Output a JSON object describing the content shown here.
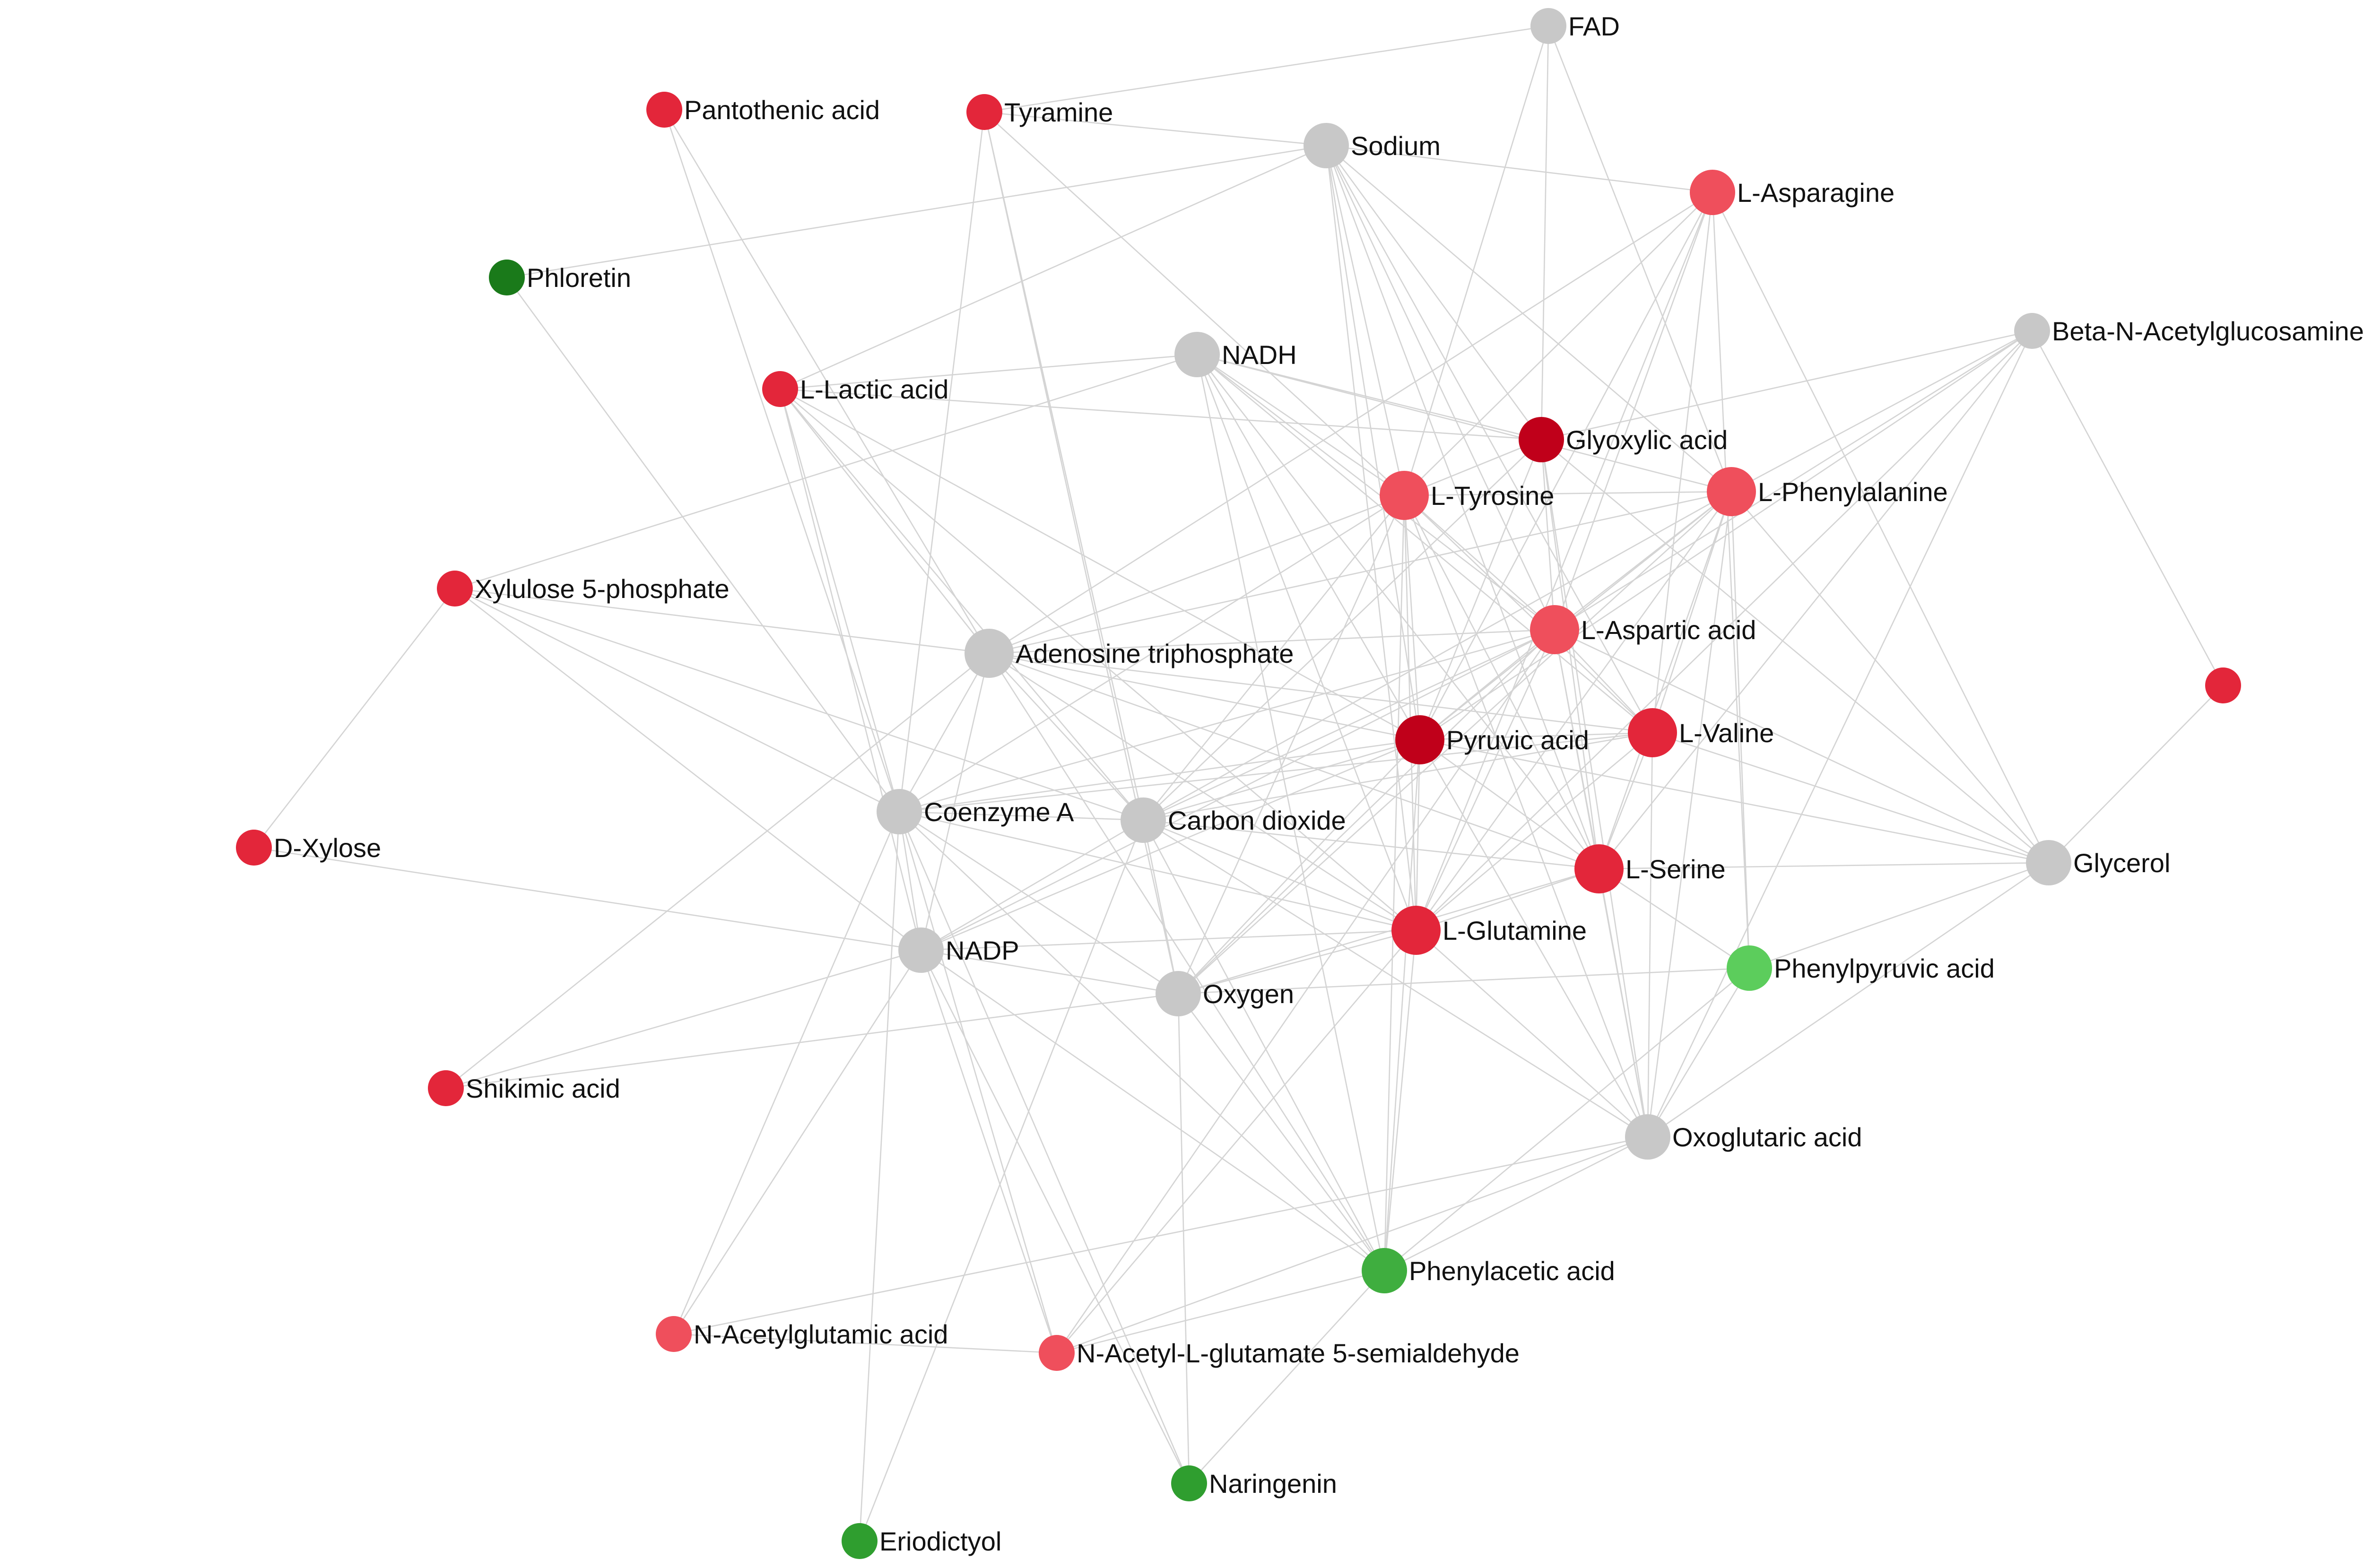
{
  "colors": {
    "edge": "#d4d4d4",
    "neutral": "#c8c8c8",
    "red_dark": "#c0001a",
    "red": "#e3263a",
    "red_light": "#ef4f5c",
    "green_dark": "#1a7a1a",
    "green": "#2f9e2f",
    "green_medium": "#3fae3f",
    "green_light": "#5ccd5c"
  },
  "nodes": [
    {
      "id": "fad",
      "label": "FAD",
      "color": "neutral",
      "size": "small"
    },
    {
      "id": "pantothenic",
      "label": "Pantothenic acid",
      "color": "red",
      "size": "small"
    },
    {
      "id": "tyramine",
      "label": "Tyramine",
      "color": "red",
      "size": "small"
    },
    {
      "id": "sodium",
      "label": "Sodium",
      "color": "neutral",
      "size": "medium"
    },
    {
      "id": "asparagine",
      "label": "L-Asparagine",
      "color": "red_light",
      "size": "medium"
    },
    {
      "id": "phloretin",
      "label": "Phloretin",
      "color": "green_dark",
      "size": "small"
    },
    {
      "id": "beta_nag",
      "label": "Beta-N-Acetylglucosamine",
      "color": "neutral",
      "size": "small"
    },
    {
      "id": "nadh",
      "label": "NADH",
      "color": "neutral",
      "size": "medium"
    },
    {
      "id": "lactic",
      "label": "L-Lactic acid",
      "color": "red",
      "size": "small"
    },
    {
      "id": "glyoxylic",
      "label": "Glyoxylic acid",
      "color": "red_dark",
      "size": "medium"
    },
    {
      "id": "tyrosine",
      "label": "L-Tyrosine",
      "color": "red_light",
      "size": "large"
    },
    {
      "id": "phenylalanine",
      "label": "L-Phenylalanine",
      "color": "red_light",
      "size": "large"
    },
    {
      "id": "xylulose",
      "label": "Xylulose 5-phosphate",
      "color": "red",
      "size": "small"
    },
    {
      "id": "atp",
      "label": "Adenosine triphosphate",
      "color": "neutral",
      "size": "large"
    },
    {
      "id": "aspartic",
      "label": "L-Aspartic acid",
      "color": "red_light",
      "size": "large"
    },
    {
      "id": "unlabeled_red",
      "label": "",
      "color": "red",
      "size": "small"
    },
    {
      "id": "pyruvic",
      "label": "Pyruvic acid",
      "color": "red_dark",
      "size": "large"
    },
    {
      "id": "valine",
      "label": "L-Valine",
      "color": "red",
      "size": "large"
    },
    {
      "id": "xylose",
      "label": "D-Xylose",
      "color": "red",
      "size": "small"
    },
    {
      "id": "coa",
      "label": "Coenzyme A",
      "color": "neutral",
      "size": "medium"
    },
    {
      "id": "co2",
      "label": "Carbon dioxide",
      "color": "neutral",
      "size": "medium"
    },
    {
      "id": "serine",
      "label": "L-Serine",
      "color": "red",
      "size": "large"
    },
    {
      "id": "glycerol",
      "label": "Glycerol",
      "color": "neutral",
      "size": "medium"
    },
    {
      "id": "glutamine",
      "label": "L-Glutamine",
      "color": "red",
      "size": "large"
    },
    {
      "id": "nadp",
      "label": "NADP",
      "color": "neutral",
      "size": "medium"
    },
    {
      "id": "phenylpyruvic",
      "label": "Phenylpyruvic acid",
      "color": "green_light",
      "size": "medium"
    },
    {
      "id": "oxygen",
      "label": "Oxygen",
      "color": "neutral",
      "size": "medium"
    },
    {
      "id": "shikimic",
      "label": "Shikimic acid",
      "color": "red",
      "size": "small"
    },
    {
      "id": "oxoglutaric",
      "label": "Oxoglutaric acid",
      "color": "neutral",
      "size": "medium"
    },
    {
      "id": "phenylacetic",
      "label": "Phenylacetic acid",
      "color": "green_medium",
      "size": "medium"
    },
    {
      "id": "nacetylglutamic",
      "label": "N-Acetylglutamic acid",
      "color": "red_light",
      "size": "small"
    },
    {
      "id": "nacetylsemialdehyde",
      "label": "N-Acetyl-L-glutamate 5-semialdehyde",
      "color": "red_light",
      "size": "small"
    },
    {
      "id": "naringenin",
      "label": "Naringenin",
      "color": "green",
      "size": "small"
    },
    {
      "id": "eriodictyol",
      "label": "Eriodictyol",
      "color": "green",
      "size": "small"
    }
  ],
  "edges": [
    [
      "fad",
      "tyramine"
    ],
    [
      "fad",
      "tyrosine"
    ],
    [
      "fad",
      "glyoxylic"
    ],
    [
      "fad",
      "phenylalanine"
    ],
    [
      "pantothenic",
      "coa"
    ],
    [
      "pantothenic",
      "atp"
    ],
    [
      "tyramine",
      "sodium"
    ],
    [
      "tyramine",
      "co2"
    ],
    [
      "tyramine",
      "tyrosine"
    ],
    [
      "tyramine",
      "coa"
    ],
    [
      "tyramine",
      "oxygen"
    ],
    [
      "sodium",
      "phloretin"
    ],
    [
      "sodium",
      "asparagine"
    ],
    [
      "sodium",
      "lactic"
    ],
    [
      "sodium",
      "tyrosine"
    ],
    [
      "sodium",
      "glyoxylic"
    ],
    [
      "sodium",
      "aspartic"
    ],
    [
      "sodium",
      "pyruvic"
    ],
    [
      "sodium",
      "valine"
    ],
    [
      "sodium",
      "serine"
    ],
    [
      "sodium",
      "glutamine"
    ],
    [
      "sodium",
      "phenylalanine"
    ],
    [
      "asparagine",
      "aspartic"
    ],
    [
      "asparagine",
      "glycerol"
    ],
    [
      "asparagine",
      "tyrosine"
    ],
    [
      "asparagine",
      "pyruvic"
    ],
    [
      "asparagine",
      "glutamine"
    ],
    [
      "asparagine",
      "phenylpyruvic"
    ],
    [
      "asparagine",
      "valine"
    ],
    [
      "asparagine",
      "atp"
    ],
    [
      "phloretin",
      "coa"
    ],
    [
      "beta_nag",
      "glyoxylic"
    ],
    [
      "beta_nag",
      "phenylalanine"
    ],
    [
      "beta_nag",
      "aspartic"
    ],
    [
      "beta_nag",
      "unlabeled_red"
    ],
    [
      "beta_nag",
      "pyruvic"
    ],
    [
      "beta_nag",
      "serine"
    ],
    [
      "beta_nag",
      "glutamine"
    ],
    [
      "beta_nag",
      "oxoglutaric"
    ],
    [
      "nadh",
      "lactic"
    ],
    [
      "nadh",
      "glyoxylic"
    ],
    [
      "nadh",
      "tyrosine"
    ],
    [
      "nadh",
      "pyruvic"
    ],
    [
      "nadh",
      "aspartic"
    ],
    [
      "nadh",
      "serine"
    ],
    [
      "nadh",
      "valine"
    ],
    [
      "nadh",
      "glutamine"
    ],
    [
      "nadh",
      "phenylacetic"
    ],
    [
      "nadh",
      "xylulose"
    ],
    [
      "nadh",
      "phenylalanine"
    ],
    [
      "lactic",
      "coa"
    ],
    [
      "lactic",
      "atp"
    ],
    [
      "lactic",
      "co2"
    ],
    [
      "lactic",
      "pyruvic"
    ],
    [
      "lactic",
      "nadp"
    ],
    [
      "lactic",
      "glutamine"
    ],
    [
      "lactic",
      "glyoxylic"
    ],
    [
      "glyoxylic",
      "tyrosine"
    ],
    [
      "glyoxylic",
      "pyruvic"
    ],
    [
      "glyoxylic",
      "aspartic"
    ],
    [
      "glyoxylic",
      "serine"
    ],
    [
      "glyoxylic",
      "glycerol"
    ],
    [
      "glyoxylic",
      "oxoglutaric"
    ],
    [
      "glyoxylic",
      "co2"
    ],
    [
      "tyrosine",
      "phenylalanine"
    ],
    [
      "tyrosine",
      "atp"
    ],
    [
      "tyrosine",
      "aspartic"
    ],
    [
      "tyrosine",
      "pyruvic"
    ],
    [
      "tyrosine",
      "valine"
    ],
    [
      "tyrosine",
      "co2"
    ],
    [
      "tyrosine",
      "glutamine"
    ],
    [
      "tyrosine",
      "oxygen"
    ],
    [
      "tyrosine",
      "oxoglutaric"
    ],
    [
      "tyrosine",
      "phenylacetic"
    ],
    [
      "tyrosine",
      "serine"
    ],
    [
      "tyrosine",
      "coa"
    ],
    [
      "phenylalanine",
      "aspartic"
    ],
    [
      "phenylalanine",
      "pyruvic"
    ],
    [
      "phenylalanine",
      "valine"
    ],
    [
      "phenylalanine",
      "serine"
    ],
    [
      "phenylalanine",
      "glutamine"
    ],
    [
      "phenylalanine",
      "co2"
    ],
    [
      "phenylalanine",
      "glycerol"
    ],
    [
      "phenylalanine",
      "phenylpyruvic"
    ],
    [
      "phenylalanine",
      "oxoglutaric"
    ],
    [
      "phenylalanine",
      "atp"
    ],
    [
      "phenylalanine",
      "oxygen"
    ],
    [
      "xylulose",
      "xylose"
    ],
    [
      "xylulose",
      "coa"
    ],
    [
      "xylulose",
      "nadp"
    ],
    [
      "xylulose",
      "co2"
    ],
    [
      "xylulose",
      "atp"
    ],
    [
      "atp",
      "coa"
    ],
    [
      "atp",
      "co2"
    ],
    [
      "atp",
      "nadp"
    ],
    [
      "atp",
      "pyruvic"
    ],
    [
      "atp",
      "aspartic"
    ],
    [
      "atp",
      "glutamine"
    ],
    [
      "atp",
      "serine"
    ],
    [
      "atp",
      "shikimic"
    ],
    [
      "atp",
      "phenylacetic"
    ],
    [
      "atp",
      "valine"
    ],
    [
      "aspartic",
      "pyruvic"
    ],
    [
      "aspartic",
      "valine"
    ],
    [
      "aspartic",
      "serine"
    ],
    [
      "aspartic",
      "glutamine"
    ],
    [
      "aspartic",
      "co2"
    ],
    [
      "aspartic",
      "oxoglutaric"
    ],
    [
      "aspartic",
      "glycerol"
    ],
    [
      "aspartic",
      "oxygen"
    ],
    [
      "aspartic",
      "nadp"
    ],
    [
      "aspartic",
      "coa"
    ],
    [
      "aspartic",
      "nacetylsemialdehyde"
    ],
    [
      "unlabeled_red",
      "glycerol"
    ],
    [
      "pyruvic",
      "valine"
    ],
    [
      "pyruvic",
      "serine"
    ],
    [
      "pyruvic",
      "glutamine"
    ],
    [
      "pyruvic",
      "co2"
    ],
    [
      "pyruvic",
      "coa"
    ],
    [
      "pyruvic",
      "oxygen"
    ],
    [
      "pyruvic",
      "nadp"
    ],
    [
      "pyruvic",
      "oxoglutaric"
    ],
    [
      "pyruvic",
      "glycerol"
    ],
    [
      "pyruvic",
      "phenylacetic"
    ],
    [
      "valine",
      "serine"
    ],
    [
      "valine",
      "glutamine"
    ],
    [
      "valine",
      "oxoglutaric"
    ],
    [
      "valine",
      "co2"
    ],
    [
      "valine",
      "glycerol"
    ],
    [
      "valine",
      "coa"
    ],
    [
      "xylose",
      "nadp"
    ],
    [
      "coa",
      "co2"
    ],
    [
      "coa",
      "nadp"
    ],
    [
      "coa",
      "oxygen"
    ],
    [
      "coa",
      "nacetylglutamic"
    ],
    [
      "coa",
      "nacetylsemialdehyde"
    ],
    [
      "coa",
      "eriodictyol"
    ],
    [
      "coa",
      "naringenin"
    ],
    [
      "coa",
      "phenylacetic"
    ],
    [
      "coa",
      "glutamine"
    ],
    [
      "co2",
      "oxygen"
    ],
    [
      "co2",
      "glutamine"
    ],
    [
      "co2",
      "serine"
    ],
    [
      "co2",
      "nadp"
    ],
    [
      "co2",
      "eriodictyol"
    ],
    [
      "co2",
      "phenylacetic"
    ],
    [
      "co2",
      "oxoglutaric"
    ],
    [
      "serine",
      "glutamine"
    ],
    [
      "serine",
      "glycerol"
    ],
    [
      "serine",
      "oxoglutaric"
    ],
    [
      "serine",
      "phenylpyruvic"
    ],
    [
      "serine",
      "oxygen"
    ],
    [
      "glycerol",
      "phenylpyruvic"
    ],
    [
      "glycerol",
      "oxoglutaric"
    ],
    [
      "glutamine",
      "nadp"
    ],
    [
      "glutamine",
      "oxygen"
    ],
    [
      "glutamine",
      "oxoglutaric"
    ],
    [
      "glutamine",
      "nacetylsemialdehyde"
    ],
    [
      "glutamine",
      "phenylacetic"
    ],
    [
      "nadp",
      "oxygen"
    ],
    [
      "nadp",
      "shikimic"
    ],
    [
      "nadp",
      "nacetylsemialdehyde"
    ],
    [
      "nadp",
      "phenylacetic"
    ],
    [
      "nadp",
      "naringenin"
    ],
    [
      "nadp",
      "nacetylglutamic"
    ],
    [
      "phenylpyruvic",
      "oxygen"
    ],
    [
      "phenylpyruvic",
      "oxoglutaric"
    ],
    [
      "phenylpyruvic",
      "phenylacetic"
    ],
    [
      "oxygen",
      "shikimic"
    ],
    [
      "oxygen",
      "naringenin"
    ],
    [
      "oxygen",
      "phenylacetic"
    ],
    [
      "oxoglutaric",
      "phenylacetic"
    ],
    [
      "oxoglutaric",
      "nacetylglutamic"
    ],
    [
      "oxoglutaric",
      "nacetylsemialdehyde"
    ],
    [
      "nacetylglutamic",
      "nacetylsemialdehyde"
    ],
    [
      "nacetylsemialdehyde",
      "phenylacetic"
    ],
    [
      "naringenin",
      "phenylacetic"
    ]
  ]
}
